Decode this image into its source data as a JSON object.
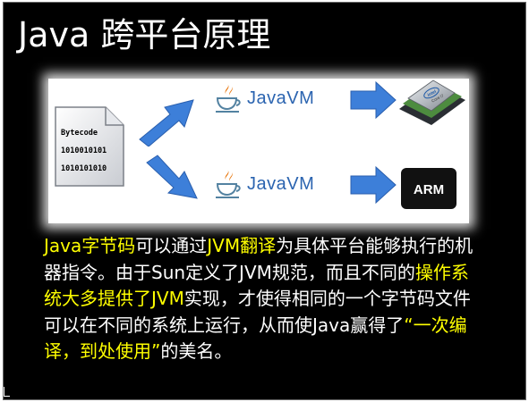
{
  "slide": {
    "title": "Java 跨平台原理",
    "background": "#000000",
    "highlight_color": "#ffff00"
  },
  "diagram": {
    "bytecode_icon": {
      "icon": "document-icon",
      "label": "Bytecode",
      "lines": [
        "1010010101",
        "1010101010"
      ]
    },
    "jvm_top": {
      "icon": "java-cup-icon",
      "label": "JavaVM"
    },
    "jvm_bottom": {
      "icon": "java-cup-icon",
      "label": "JavaVM"
    },
    "intel_chip": {
      "icon": "intel-core-i7-chip-icon",
      "brand": "intel",
      "model": "Core i7"
    },
    "arm_chip": {
      "icon": "arm-chip-icon",
      "label": "ARM"
    },
    "arrow_color": "#3d7fd9"
  },
  "description": {
    "segments": [
      {
        "text": "Java字节码",
        "highlight": true
      },
      {
        "text": "可以通过",
        "highlight": false
      },
      {
        "text": "JVM翻译",
        "highlight": true
      },
      {
        "text": "为具体平台能够执行的机器指令。由于Sun定义了JVM规范，而且不同的",
        "highlight": false
      },
      {
        "text": "操作系统大多提供了JVM",
        "highlight": true
      },
      {
        "text": "实现，才使得相同的一个字节码文件可以在不同的系统上运行，从而使Java赢得了",
        "highlight": false
      },
      {
        "text": "“一次编译，到处使用”",
        "highlight": true
      },
      {
        "text": "的美名。",
        "highlight": false
      }
    ]
  }
}
